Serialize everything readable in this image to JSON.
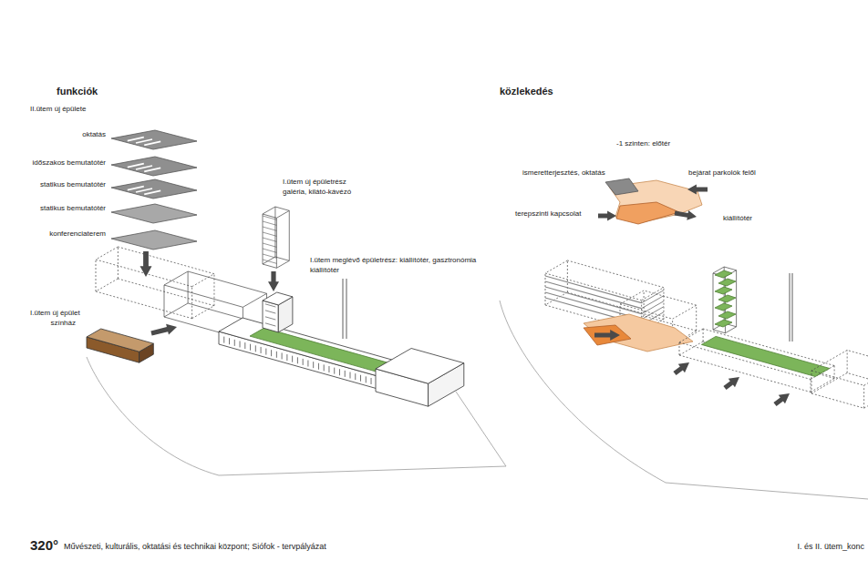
{
  "diagram": {
    "title": "320°",
    "caption": "Művészeti, kulturális, oktatási és technikai központ; Siófok - tervpályázat",
    "labels": [
      "funkciók",
      "II.ütem új épülete",
      "oktatás",
      "időszakos bemutatótér",
      "statikus bemutatótér",
      "statikus bemutatótér",
      "konferenciaterem",
      "I.ütem új épület",
      "színház",
      "I.ütem új épületrész",
      "galéria, kilátó-kávézó",
      "I.ütem meglévő épületrész: kiállítótér, gasztronómia",
      "kiállítótér",
      "közlekedés",
      "-1 szinten: előtér",
      "ismeretterjesztés, oktatás",
      "bejárat parkolók felől",
      "terepszinti kapcsolat",
      "kiállítótér",
      "I. és II. ütem_konc"
    ]
  }
}
